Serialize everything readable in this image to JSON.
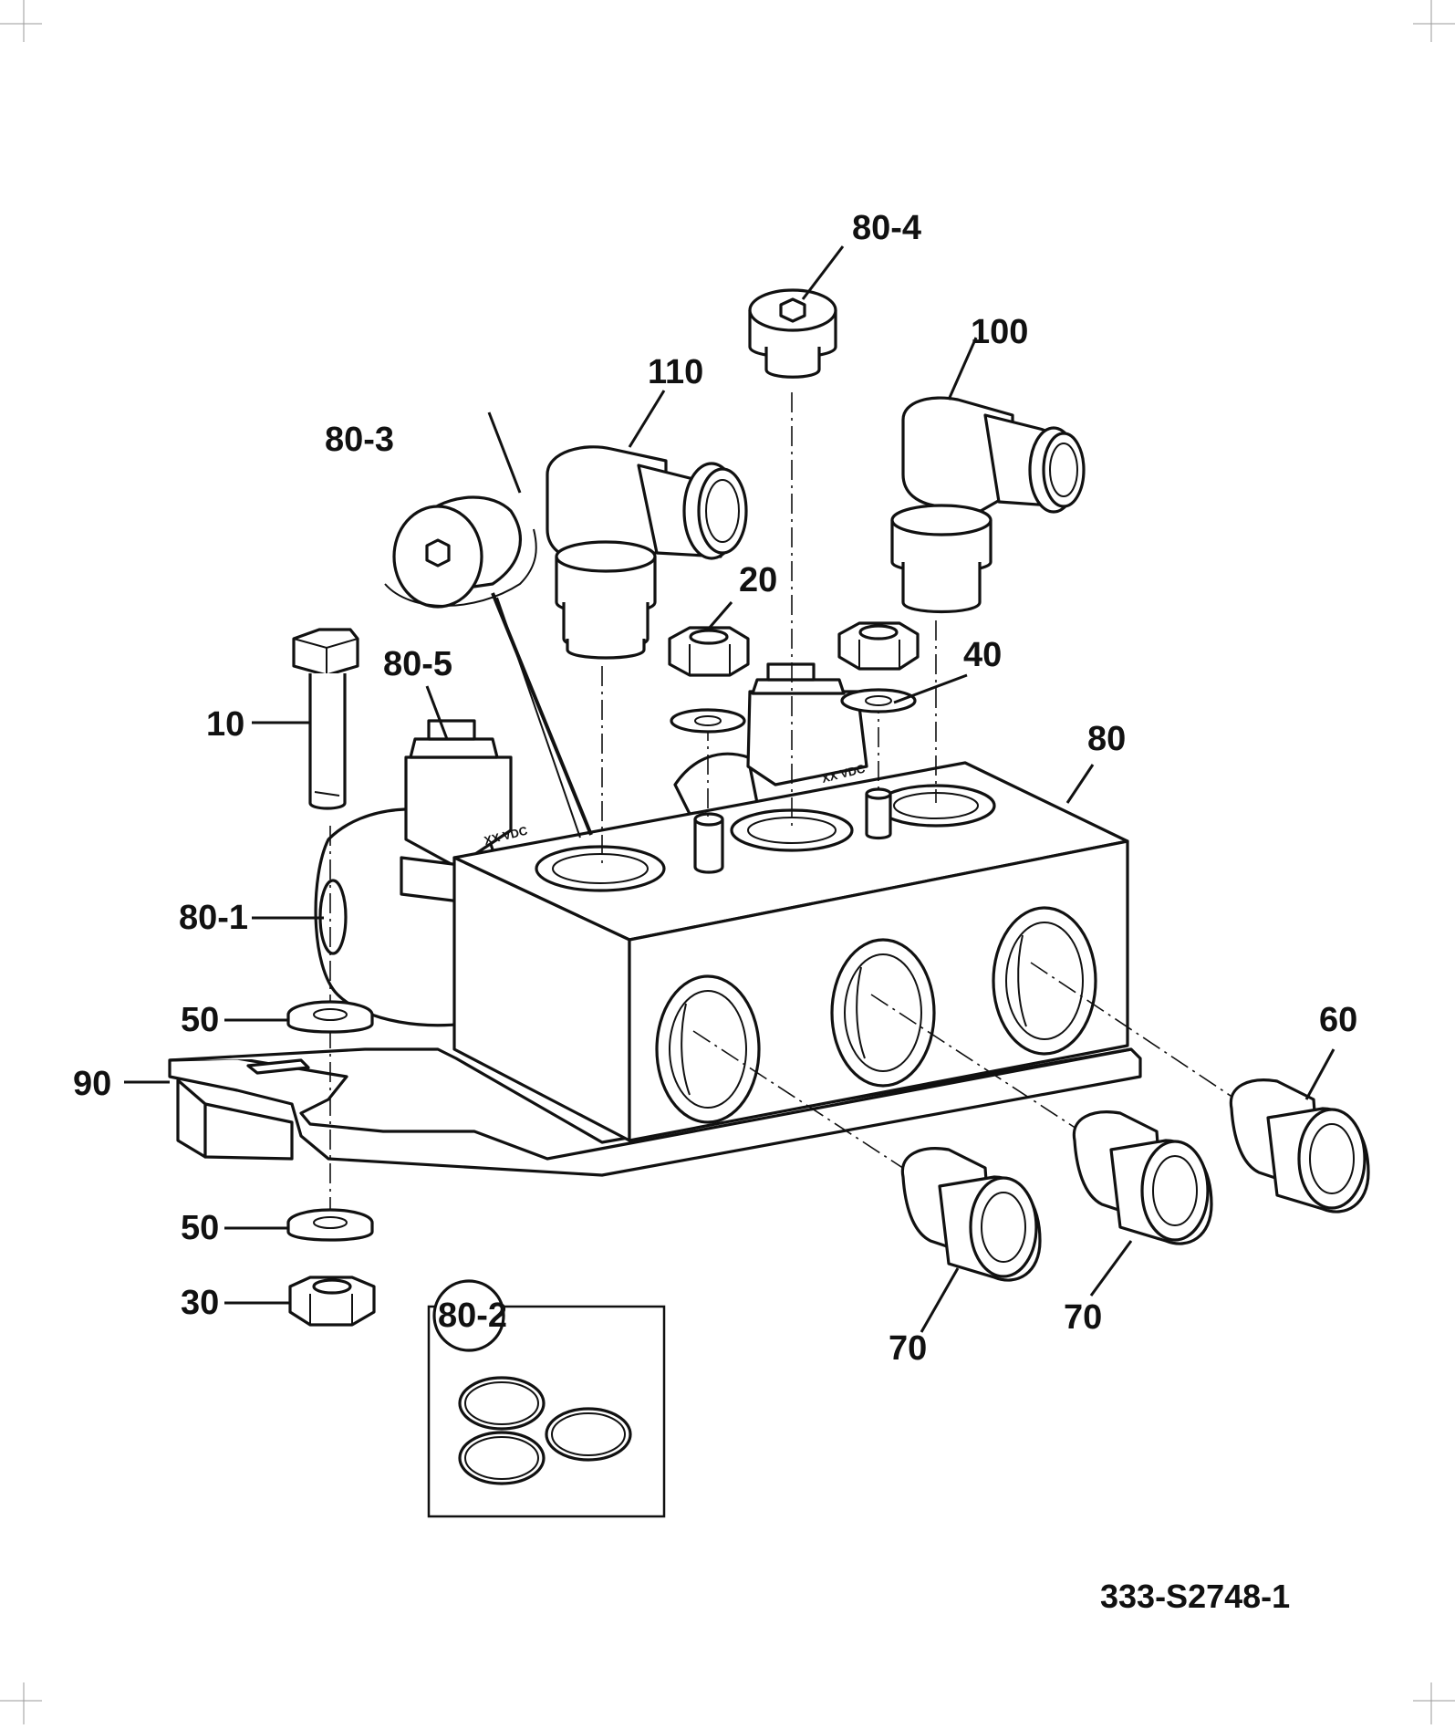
{
  "drawing": {
    "reference_number": "333-S2748-1",
    "callouts": [
      "10",
      "20",
      "30",
      "40",
      "50",
      "50",
      "60",
      "70",
      "70",
      "80",
      "80-1",
      "80-2",
      "80-3",
      "80-4",
      "80-5",
      "90",
      "100",
      "110"
    ]
  },
  "parts": {
    "coil_marking": "XX VDC"
  }
}
